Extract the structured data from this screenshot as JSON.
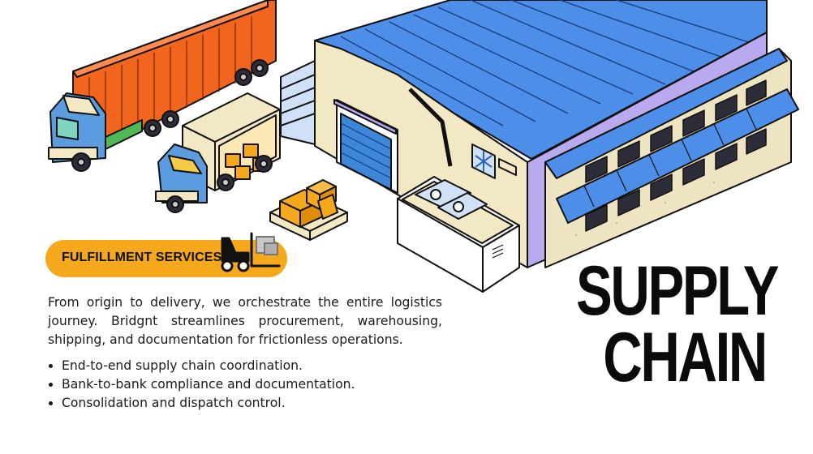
{
  "badge": {
    "label": "FULFILLMENT SERVICES"
  },
  "description": "From origin to delivery, we orchestrate the entire logistics journey. Bridgnt streamlines procurement, warehousing, shipping, and documentation for frictionless operations.",
  "bullets": [
    "End-to-end supply chain coordination.",
    "Bank-to-bank compliance and documentation.",
    "Consolidation and dispatch control."
  ],
  "headline": {
    "line1": "SUPPLY",
    "line2": "CHAIN"
  },
  "icons": [
    "container-truck-icon",
    "delivery-truck-icon",
    "warehouse-icon",
    "snowflake-icon",
    "pallet-boxes-icon",
    "forklift-icon"
  ],
  "colors": {
    "accent": "#f5a81c",
    "truck_blue": "#5b9be0",
    "container_orange": "#f2651e",
    "roof_blue": "#4d8fe8",
    "wall_cream": "#f3e8c4",
    "wall_lavender": "#b9a9ef",
    "ink": "#111111"
  }
}
